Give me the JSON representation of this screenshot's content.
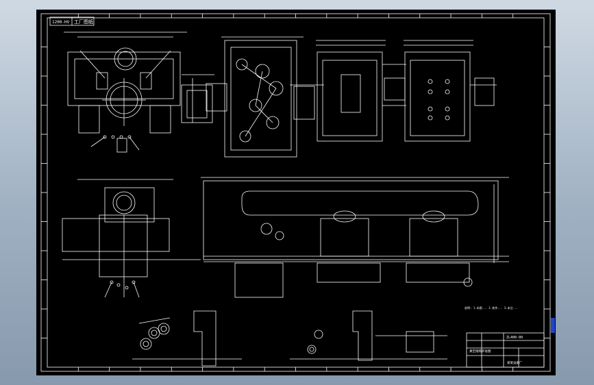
{
  "colors": {
    "background": "#000000",
    "line": "#ffffff",
    "frame": "#ffffff",
    "viewport": "#a7b6c6",
    "accent": "#1f45c9"
  },
  "drawing": {
    "stamp_left": "1200-HV",
    "stamp_right": "工厂图纸",
    "section_note": "说明: 1.本图... 2.其余... 3.未注...",
    "title_block": {
      "drawing_no": "ZL400-00",
      "name": "真空熔炼炉总图",
      "company": "某某设备厂"
    }
  }
}
